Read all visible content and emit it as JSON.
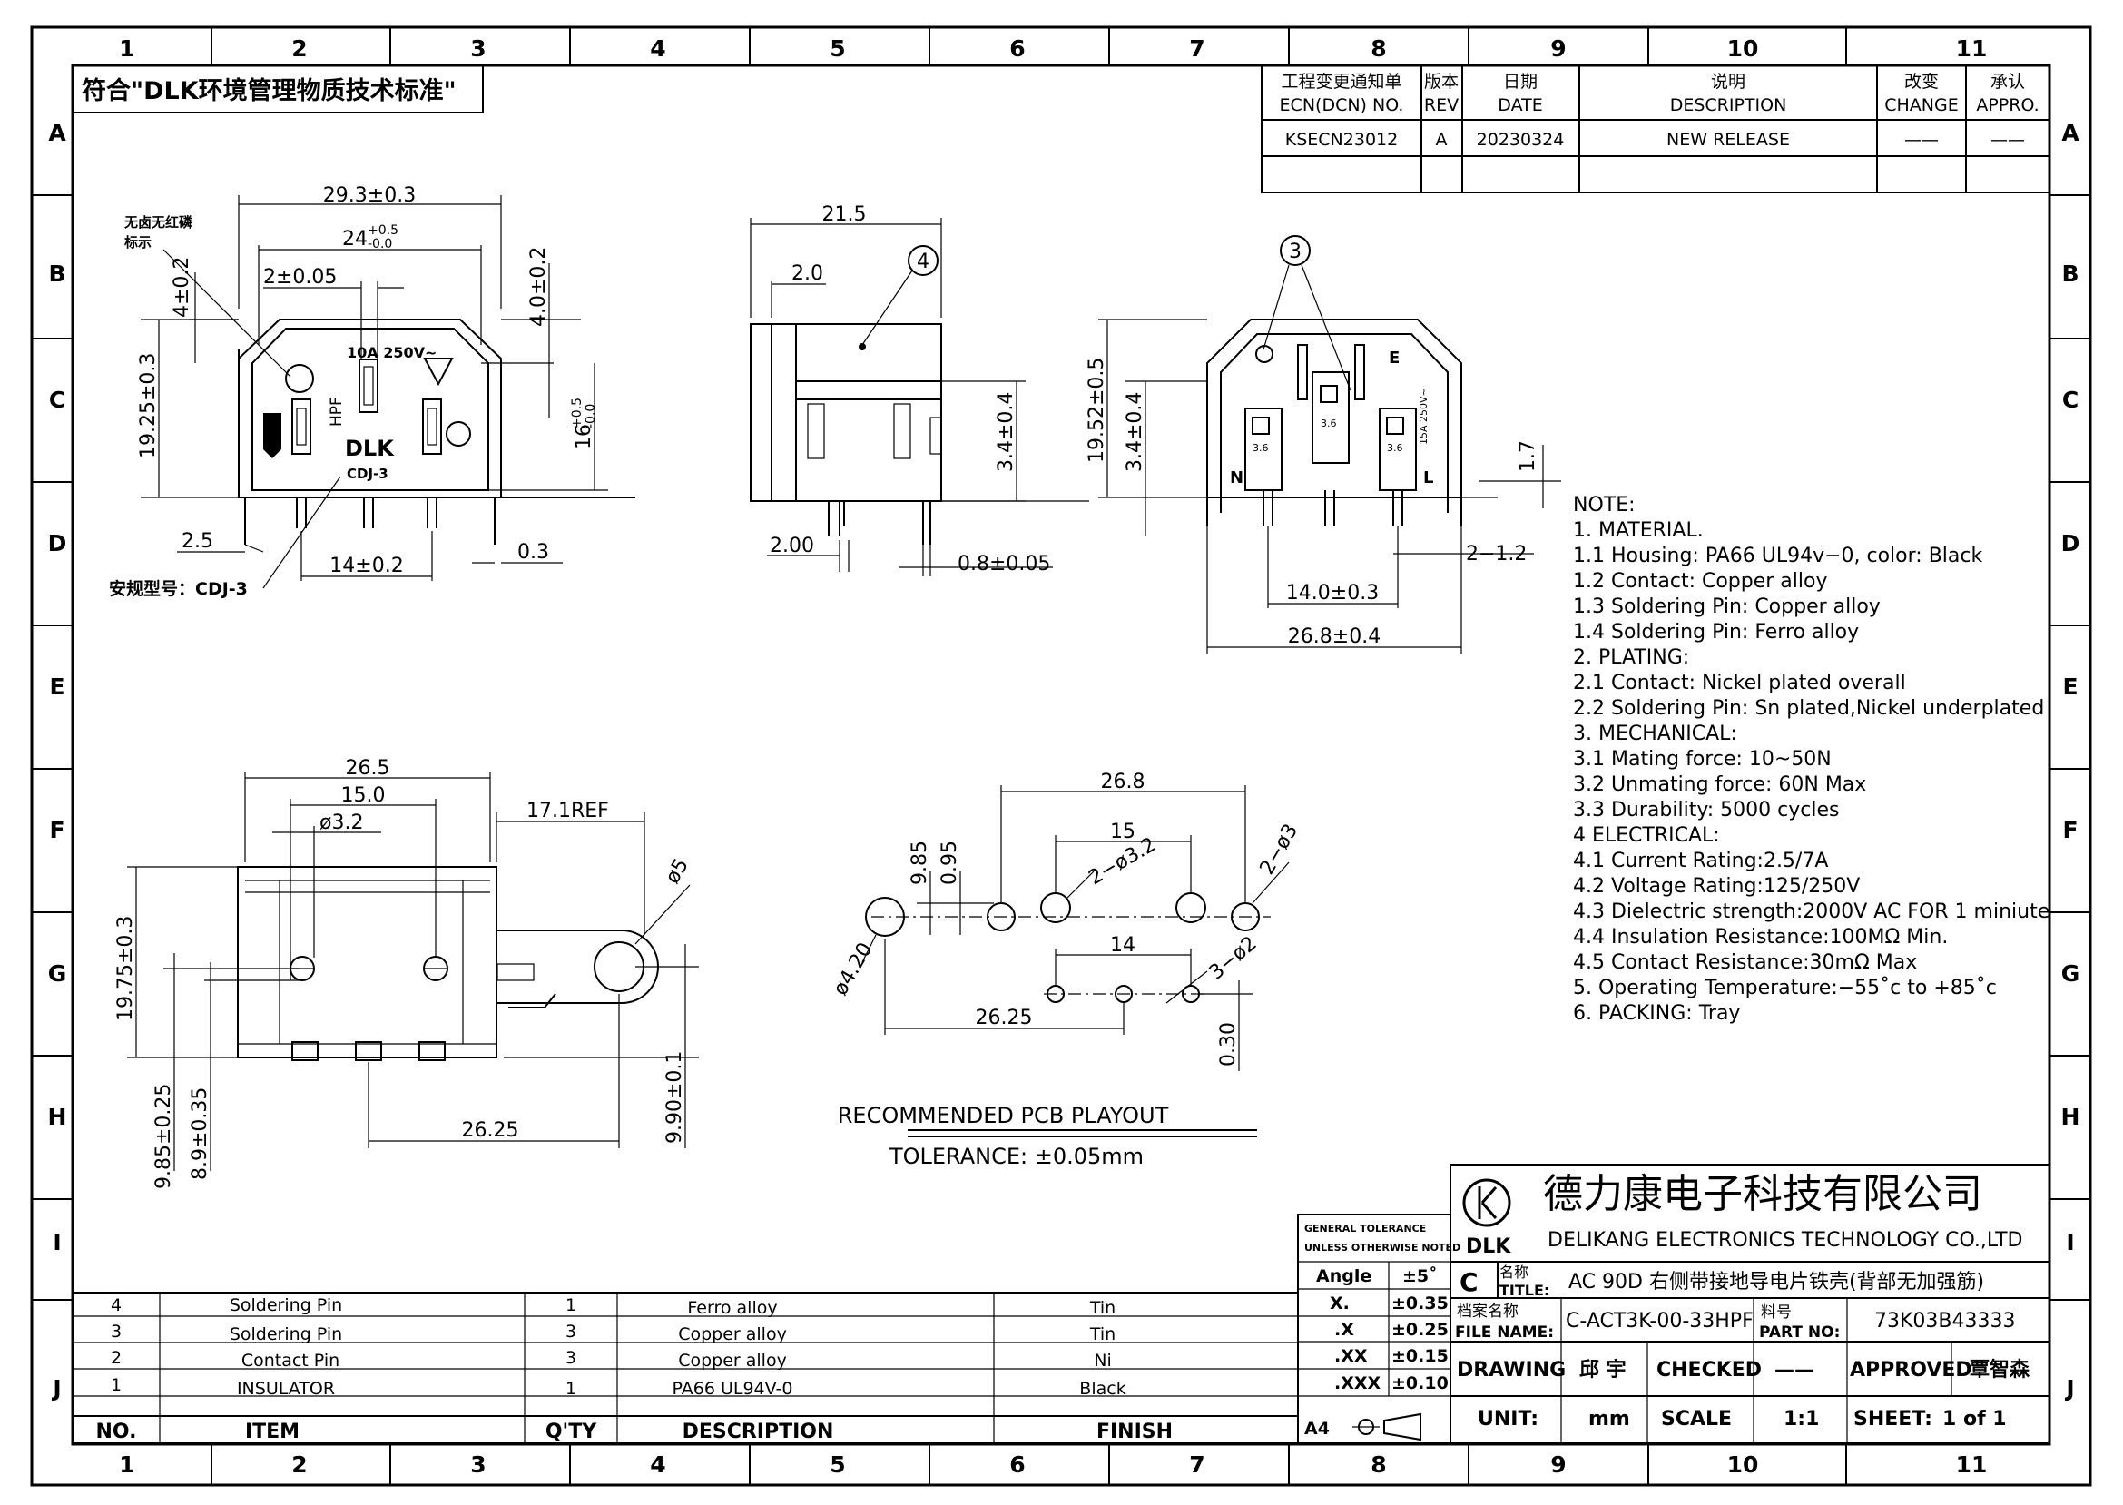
{
  "zones": {
    "cols": [
      "1",
      "2",
      "3",
      "4",
      "5",
      "6",
      "7",
      "8",
      "9",
      "10",
      "11"
    ],
    "rows": [
      "A",
      "B",
      "C",
      "D",
      "E",
      "F",
      "G",
      "H",
      "I",
      "J"
    ]
  },
  "compliance_note": "符合\"DLK环境管理物质技术标准\"",
  "revision_table": {
    "headers": [
      {
        "cn": "工程变更通知单",
        "en": "ECN(DCN)  NO."
      },
      {
        "cn": "版本",
        "en": "REV"
      },
      {
        "cn": "日期",
        "en": "DATE"
      },
      {
        "cn": "说明",
        "en": "DESCRIPTION"
      },
      {
        "cn": "改变",
        "en": "CHANGE"
      },
      {
        "cn": "承认",
        "en": "APPRO."
      }
    ],
    "rows": [
      [
        "KSECN23012",
        "A",
        "20230324",
        "NEW  RELEASE",
        "——",
        "——"
      ]
    ]
  },
  "front_view": {
    "dim_width": "29.3±0.3",
    "dim_inner": "24",
    "dim_inner_tol_plus": "+0.5",
    "dim_inner_tol_minus": "-0.0",
    "dim_slot": "2±0.05",
    "dim_top_left": "4±0.2",
    "dim_top_right": "4.0±0.2",
    "dim_height": "19.25±0.3",
    "dim_opening": "16",
    "dim_opening_tol_plus": "+0.5",
    "dim_opening_tol_minus": "-0.0",
    "dim_left": "2.5",
    "dim_pins": "14±0.2",
    "dim_right": "0.3",
    "label_halogen": "无卤无红磷",
    "label_mark": "标示",
    "label_safety": "安规型号：CDJ-3",
    "face_rating": "10A  250V~",
    "face_logo": "DLK",
    "face_model": "CDJ-3",
    "face_hpf": "HPF"
  },
  "side_view": {
    "dim_depth": "21.5",
    "dim_lip": "2.0",
    "dim_pin_height": "3.4±0.4",
    "dim_pin_offset": "2.00",
    "dim_thickness": "0.8±0.05",
    "balloon": "4"
  },
  "rear_view": {
    "dim_height": "19.52±0.5",
    "dim_pin": "3.4±0.4",
    "dim_step": "1.7",
    "dim_pin_spacing": "14.0±0.3",
    "dim_width": "26.8±0.4",
    "dim_tab": "2−1.2",
    "balloon": "3",
    "label_n": "N",
    "label_l": "L",
    "label_e": "E",
    "label_36": "3.6",
    "label_rating": "15A 250V~"
  },
  "bottom_view": {
    "dim_width": "26.5",
    "dim_holes": "15.0",
    "dim_hole_dia": "ø3.2",
    "dim_ref": "17.1REF",
    "dim_tab_dia": "ø5",
    "dim_height": "19.75±0.3",
    "dim_a": "9.85±0.25",
    "dim_b": "8.9±0.35",
    "dim_span": "26.25",
    "dim_tab_y": "9.90±0.1"
  },
  "pcb_layout": {
    "dim_overall": "26.8",
    "dim_holes": "15",
    "dim_large": "2−ø3.2",
    "dim_corner": "2−ø3",
    "dim_small_spacing": "14",
    "dim_small": "3−ø2",
    "dim_left_big": "ø4.20",
    "dim_985": "9.85",
    "dim_095": "0.95",
    "dim_span": "26.25",
    "dim_030": "0.30",
    "title": "RECOMMENDED  PCB  PLAYOUT",
    "tolerance": "TOLERANCE:  ±0.05mm"
  },
  "notes": [
    "NOTE:",
    "1.  MATERIAL.",
    "1.1  Housing:  PA66  UL94v−0,  color:  Black",
    "1.2  Contact:  Copper  alloy",
    "1.3  Soldering  Pin:  Copper  alloy",
    "1.4  Soldering  Pin:    Ferro  alloy",
    "2.  PLATING:",
    "2.1  Contact:  Nickel  plated  overall",
    "2.2  Soldering  Pin:  Sn  plated,Nickel  underplated",
    "3.     MECHANICAL:",
    "3.1  Mating  force:  10~50N",
    "3.2  Unmating  force:  60N  Max",
    "3.3  Durability:  5000  cycles",
    "4     ELECTRICAL:",
    "4.1  Current  Rating:2.5/7A",
    "4.2  Voltage  Rating:125/250V",
    "4.3  Dielectric  strength:2000V  AC  FOR  1  miniute",
    "4.4  Insulation  Resistance:100MΩ  Min.",
    "4.5  Contact  Resistance:30mΩ  Max",
    "5.  Operating  Temperature:−55˚c  to  +85˚c",
    "6.  PACKING:  Tray"
  ],
  "bom": {
    "headers": [
      "NO.",
      "ITEM",
      "Q'TY",
      "DESCRIPTION",
      "FINISH"
    ],
    "rows": [
      [
        "4",
        "Soldering Pin",
        "1",
        "Ferro  alloy",
        "Tin"
      ],
      [
        "3",
        "Soldering Pin",
        "3",
        "Copper  alloy",
        "Tin"
      ],
      [
        "2",
        "Contact  Pin",
        "3",
        "Copper  alloy",
        "Ni"
      ],
      [
        "1",
        "INSULATOR",
        "1",
        "PA66  UL94V-0",
        "Black"
      ]
    ]
  },
  "tolerance_block": {
    "header1": "GENERAL  TOLERANCE",
    "header2": "UNLESS  OTHERWISE  NOTED",
    "rows": [
      [
        "Angle",
        "±5˚"
      ],
      [
        "X.",
        "±0.35"
      ],
      [
        ".X",
        "±0.25"
      ],
      [
        ".XX",
        "±0.15"
      ],
      [
        ".XXX",
        "±0.10"
      ]
    ],
    "paper": "A4"
  },
  "title_block": {
    "company_cn": "德力康电子科技有限公司",
    "company_en": "DELIKANG  ELECTRONICS  TECHNOLOGY  CO.,LTD",
    "logo_text": "DLK",
    "size": "C",
    "title_label_cn": "名称",
    "title_label_en": "TITLE:",
    "title": "AC  90D  右侧带接地导电片铁壳(背部无加强筋)",
    "file_label_cn": "档案名称",
    "file_label_en": "FILE  NAME:",
    "file": "C-ACT3K-00-33HPF",
    "part_label_cn": "料号",
    "part_label_en": "PART  NO:",
    "part": "73K03B43333",
    "drawing_label": "DRAWING",
    "drawer": "邱 宇",
    "checked_label": "CHECKED",
    "checker": "——",
    "approved_label": "APPROVED",
    "approver": "覃智森",
    "unit_label": "UNIT:",
    "unit": "mm",
    "scale_label": "SCALE",
    "scale": "1:1",
    "sheet_label": "SHEET:",
    "sheet": "1  of  1"
  }
}
